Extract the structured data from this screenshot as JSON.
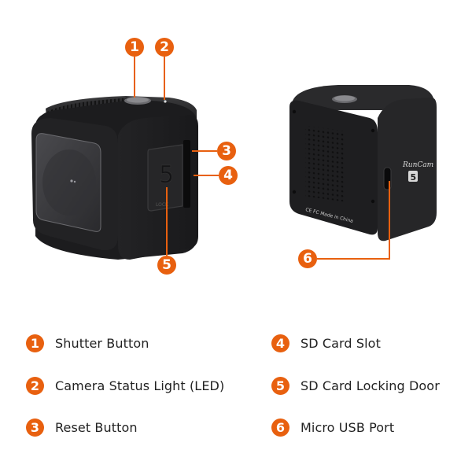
{
  "colors": {
    "accent": "#E8600F",
    "camera_body": "#1c1c1e",
    "camera_face": "#2a2a2c",
    "background": "#ffffff",
    "text": "#222222"
  },
  "illustration": {
    "front_camera": {
      "callouts": [
        "1",
        "2",
        "3",
        "4",
        "5"
      ],
      "door_text": "LOCK"
    },
    "back_camera": {
      "callouts": [
        "6"
      ],
      "brand_logo": "RunCam",
      "model_badge": "5",
      "compliance_text": "CE FC Made in China"
    }
  },
  "legend": {
    "items": [
      {
        "number": "1",
        "label": "Shutter Button"
      },
      {
        "number": "2",
        "label": "Camera Status Light (LED)"
      },
      {
        "number": "3",
        "label": "Reset Button"
      },
      {
        "number": "4",
        "label": "SD Card Slot"
      },
      {
        "number": "5",
        "label": "SD Card Locking Door"
      },
      {
        "number": "6",
        "label": "Micro USB Port"
      }
    ]
  }
}
